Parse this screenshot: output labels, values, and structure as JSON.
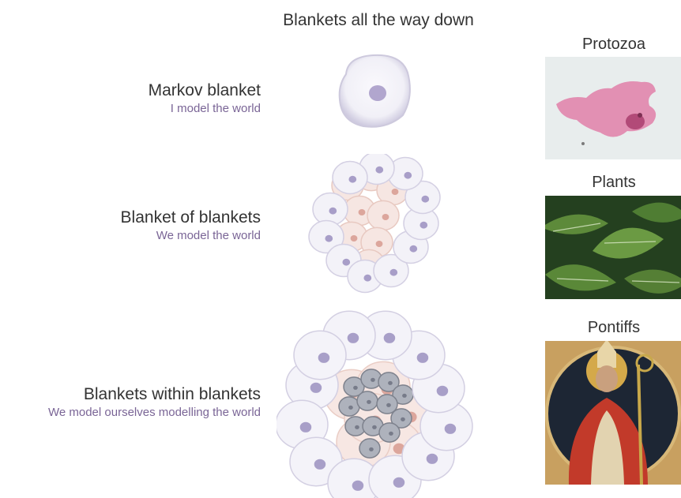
{
  "title": "Blankets all the way down",
  "rows": [
    {
      "label": "Markov blanket",
      "sublabel": "I model the world"
    },
    {
      "label": "Blanket of blankets",
      "sublabel": "We model the world"
    },
    {
      "label": "Blankets within blankets",
      "sublabel": "We model ourselves modelling the world"
    }
  ],
  "examples": [
    {
      "title": "Protozoa",
      "image": "amoeba-photo"
    },
    {
      "title": "Plants",
      "image": "leaves-photo"
    },
    {
      "title": "Pontiffs",
      "image": "bishop-painting"
    }
  ],
  "colors": {
    "text": "#333333",
    "sublabel": "#7a6596",
    "cell_membrane": "#d9d6e8",
    "cell_nucleus": "#9a8fc0",
    "inner_cell": "#f2d3cc",
    "innermost_cell": "#9fa4b0"
  }
}
